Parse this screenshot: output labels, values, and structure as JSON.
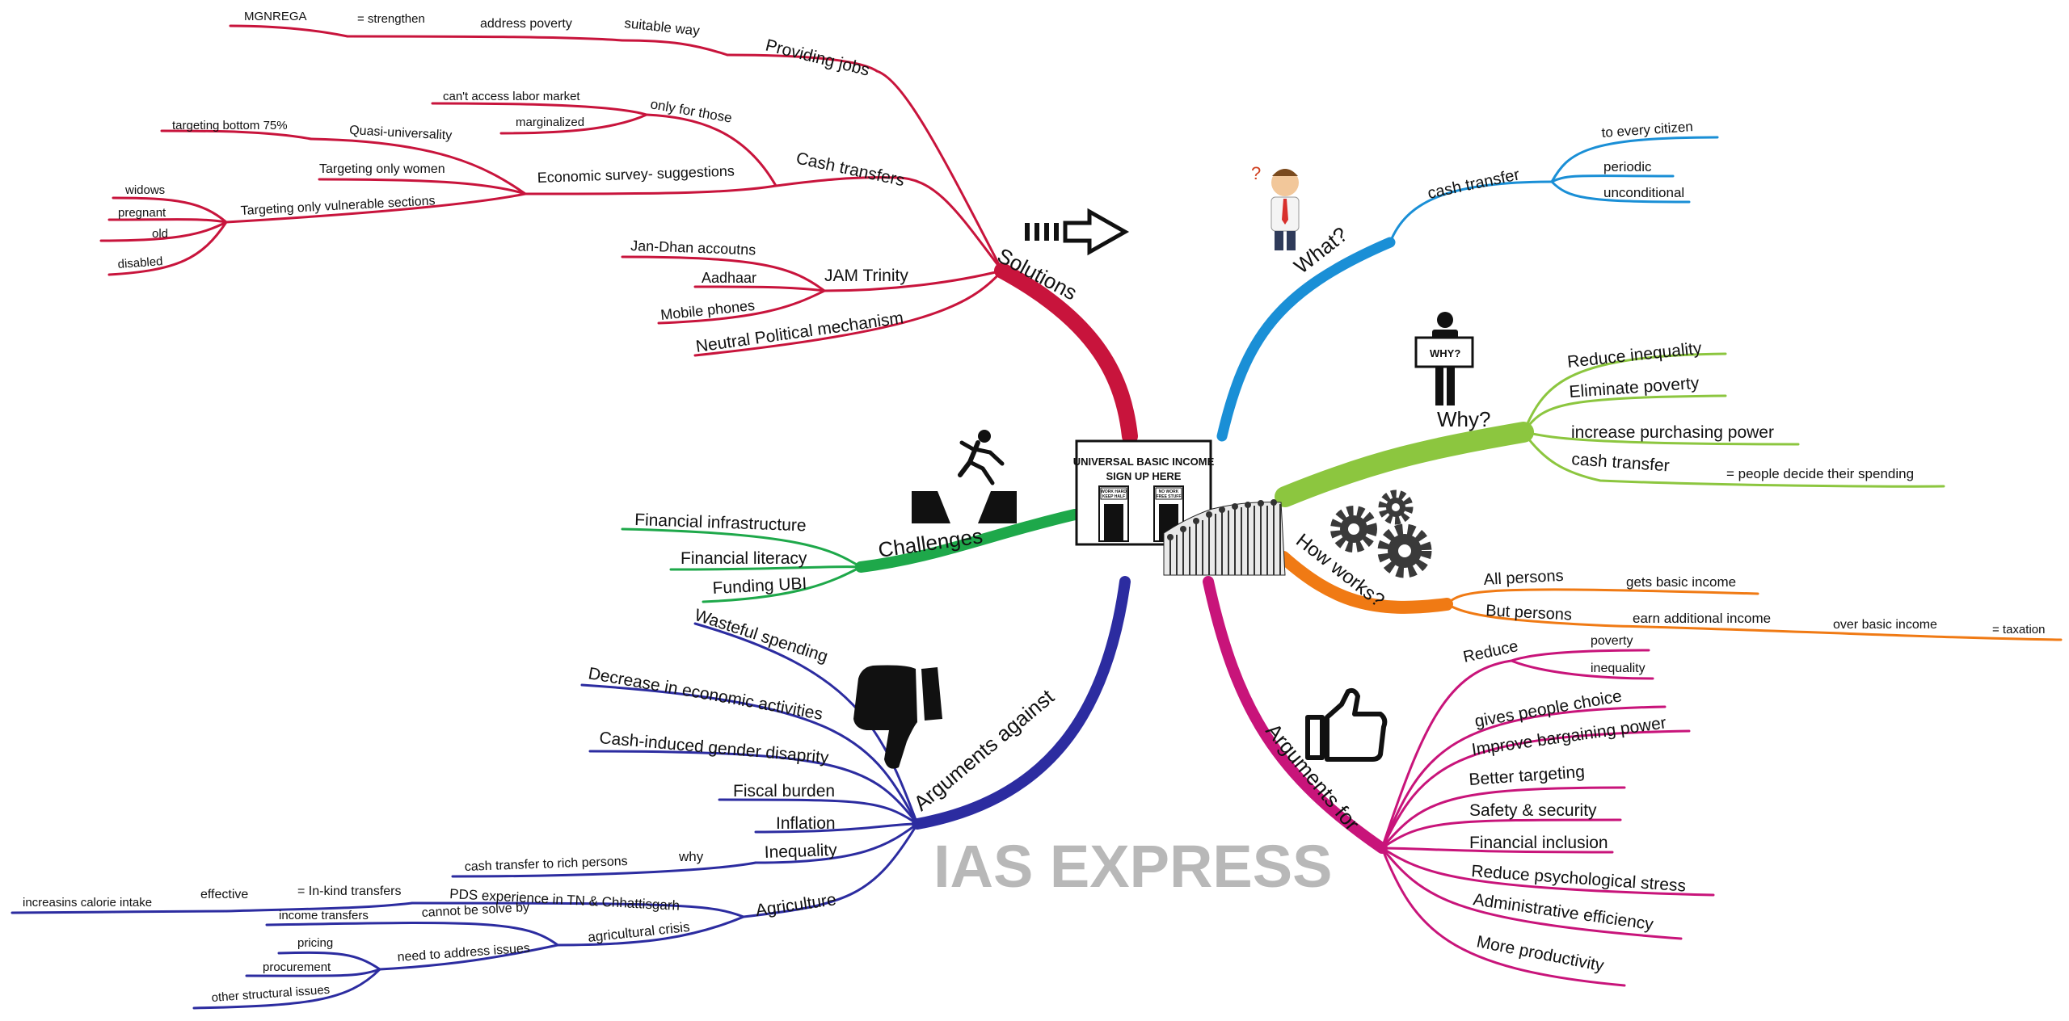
{
  "watermark": "IAS EXPRESS",
  "center": {
    "sign_title": "UNIVERSAL BASIC INCOME",
    "sign_subtitle": "SIGN UP HERE",
    "door_left": [
      "WORK HARD",
      "KEEP HALF"
    ],
    "door_right": [
      "NO WORK",
      "FREE STUFF"
    ]
  },
  "icons": {
    "what": "confused-man-icon",
    "why": "why-sign-person-icon",
    "how": "gears-icon",
    "for": "thumbs-up-icon",
    "against": "thumbs-down-icon",
    "challenges": "jumping-gap-icon",
    "solutions": "arrow-right-icon"
  },
  "colors": {
    "what": "#1a8fd6",
    "why": "#8cc63f",
    "how": "#f07a14",
    "for": "#c8147a",
    "against": "#2c2ca0",
    "challenges": "#1ea84a",
    "solutions": "#c8143c"
  },
  "what": {
    "label": "What?",
    "sub": "cash transfer",
    "leaves": [
      "to every citizen",
      "periodic",
      "unconditional"
    ]
  },
  "why": {
    "label": "Why?",
    "items": [
      "Reduce inequality",
      "Eliminate poverty",
      "increase purchasing power",
      "cash transfer"
    ],
    "cash_note": "= people decide their spending"
  },
  "how": {
    "label": "How works?",
    "all": "All persons",
    "all_note": "gets basic income",
    "but": "But persons",
    "but_note": "earn additional income",
    "over": "over basic income",
    "tax": "= taxation"
  },
  "for": {
    "label": "Arguments for",
    "reduce": "Reduce",
    "reduce_leaves": [
      "poverty",
      "inequality"
    ],
    "items": [
      "gives people choice",
      "Improve bargaining power",
      "Better targeting",
      "Safety & security",
      "Financial inclusion",
      "Reduce psychological stress",
      "Administrative efficiency",
      "More productivity"
    ]
  },
  "against": {
    "label": "Arguments against",
    "items": [
      "Wasteful spending",
      "Decrease in economic activities",
      "Cash-induced gender disaprity",
      "Fiscal burden",
      "Inflation",
      "Inequality"
    ],
    "why": "why",
    "rich": "cash transfer to rich persons",
    "agri": "Agriculture",
    "pds": "PDS experience in TN & Chhattisgarh",
    "inkind": "= In-kind transfers",
    "effective": "effective",
    "calorie": "increasins calorie intake",
    "crisis": "agricultural crisis",
    "cannot": "cannot be solve by",
    "income_transfers": "income transfers",
    "address": "need to address issues",
    "issues": [
      "pricing",
      "procurement",
      "other structural issues"
    ]
  },
  "challenges": {
    "label": "Challenges",
    "items": [
      "Financial infrastructure",
      "Financial literacy",
      "Funding UBI"
    ]
  },
  "solutions": {
    "label": "Solutions",
    "jobs": "Providing jobs",
    "suitable": "suitable way",
    "address_poverty": "address poverty",
    "strengthen": "= strengthen",
    "mgnrega": "MGNREGA",
    "cash": "Cash transfers",
    "only_for": "only for those",
    "cant_access": "can't access labor market",
    "marginalized": "marginalized",
    "survey": "Economic survey- suggestions",
    "quasi": "Quasi-universality",
    "bottom": "targeting bottom 75%",
    "women": "Targeting only women",
    "vulnerable": "Targeting only vulnerable sections",
    "vulnerable_leaves": [
      "widows",
      "pregnant",
      "old",
      "disabled"
    ],
    "jam": "JAM Trinity",
    "jam_leaves": [
      "Jan-Dhan accoutns",
      "Aadhaar",
      "Mobile phones"
    ],
    "neutral": "Neutral Political mechanism"
  }
}
